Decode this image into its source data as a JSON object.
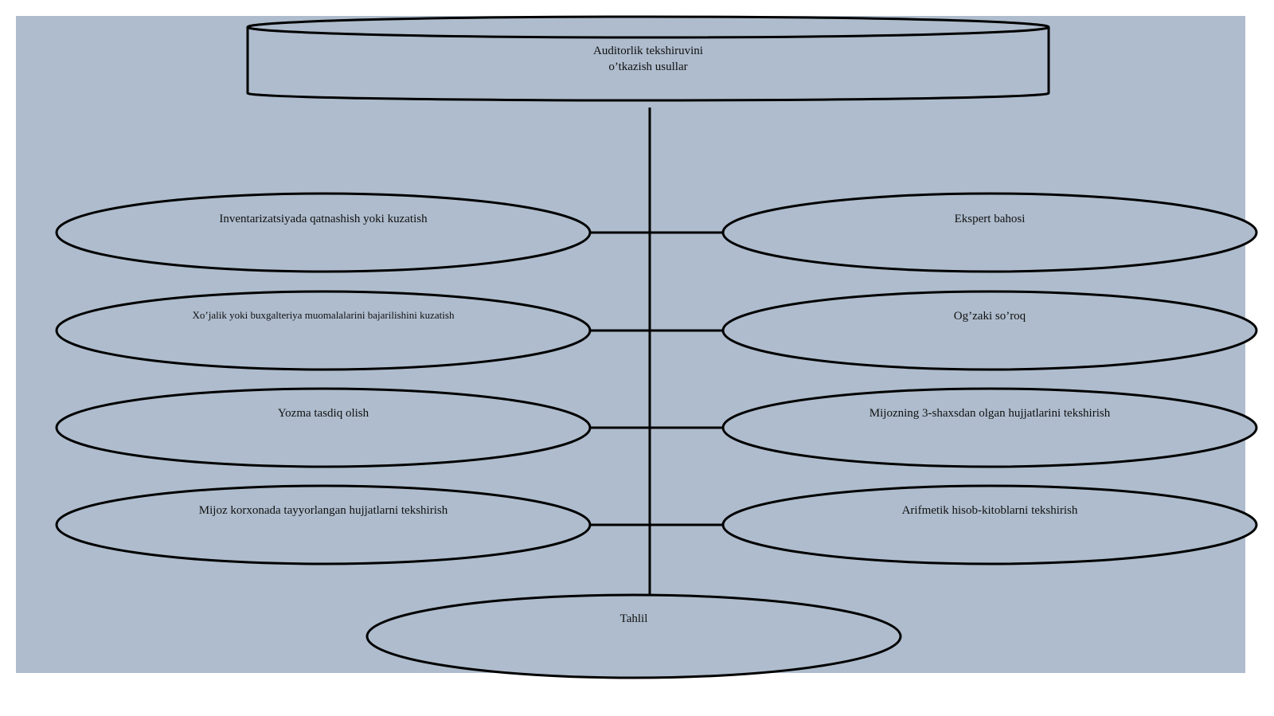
{
  "diagram": {
    "root": {
      "line1": "Auditorlik tekshiruvini",
      "line2": "o’tkazish usullar"
    },
    "left_nodes": [
      "Inventarizatsiyada qatnashish yoki kuzatish",
      "Xo’jalik yoki buxgalteriya muomalalarini bajarilishini kuzatish",
      "Yozma tasdiq olish",
      "Mijoz korxonada tayyorlangan hujjatlarni tekshirish"
    ],
    "right_nodes": [
      "Ekspert bahosi",
      "Og’zaki so’roq",
      "Mijozning 3-shaxsdan olgan hujjatlarini tekshirish",
      "Arifmetik hisob-kitoblarni tekshirish"
    ],
    "bottom_node": "Tahlil",
    "colors": {
      "background": "#aebccd",
      "stroke": "#000000"
    }
  }
}
